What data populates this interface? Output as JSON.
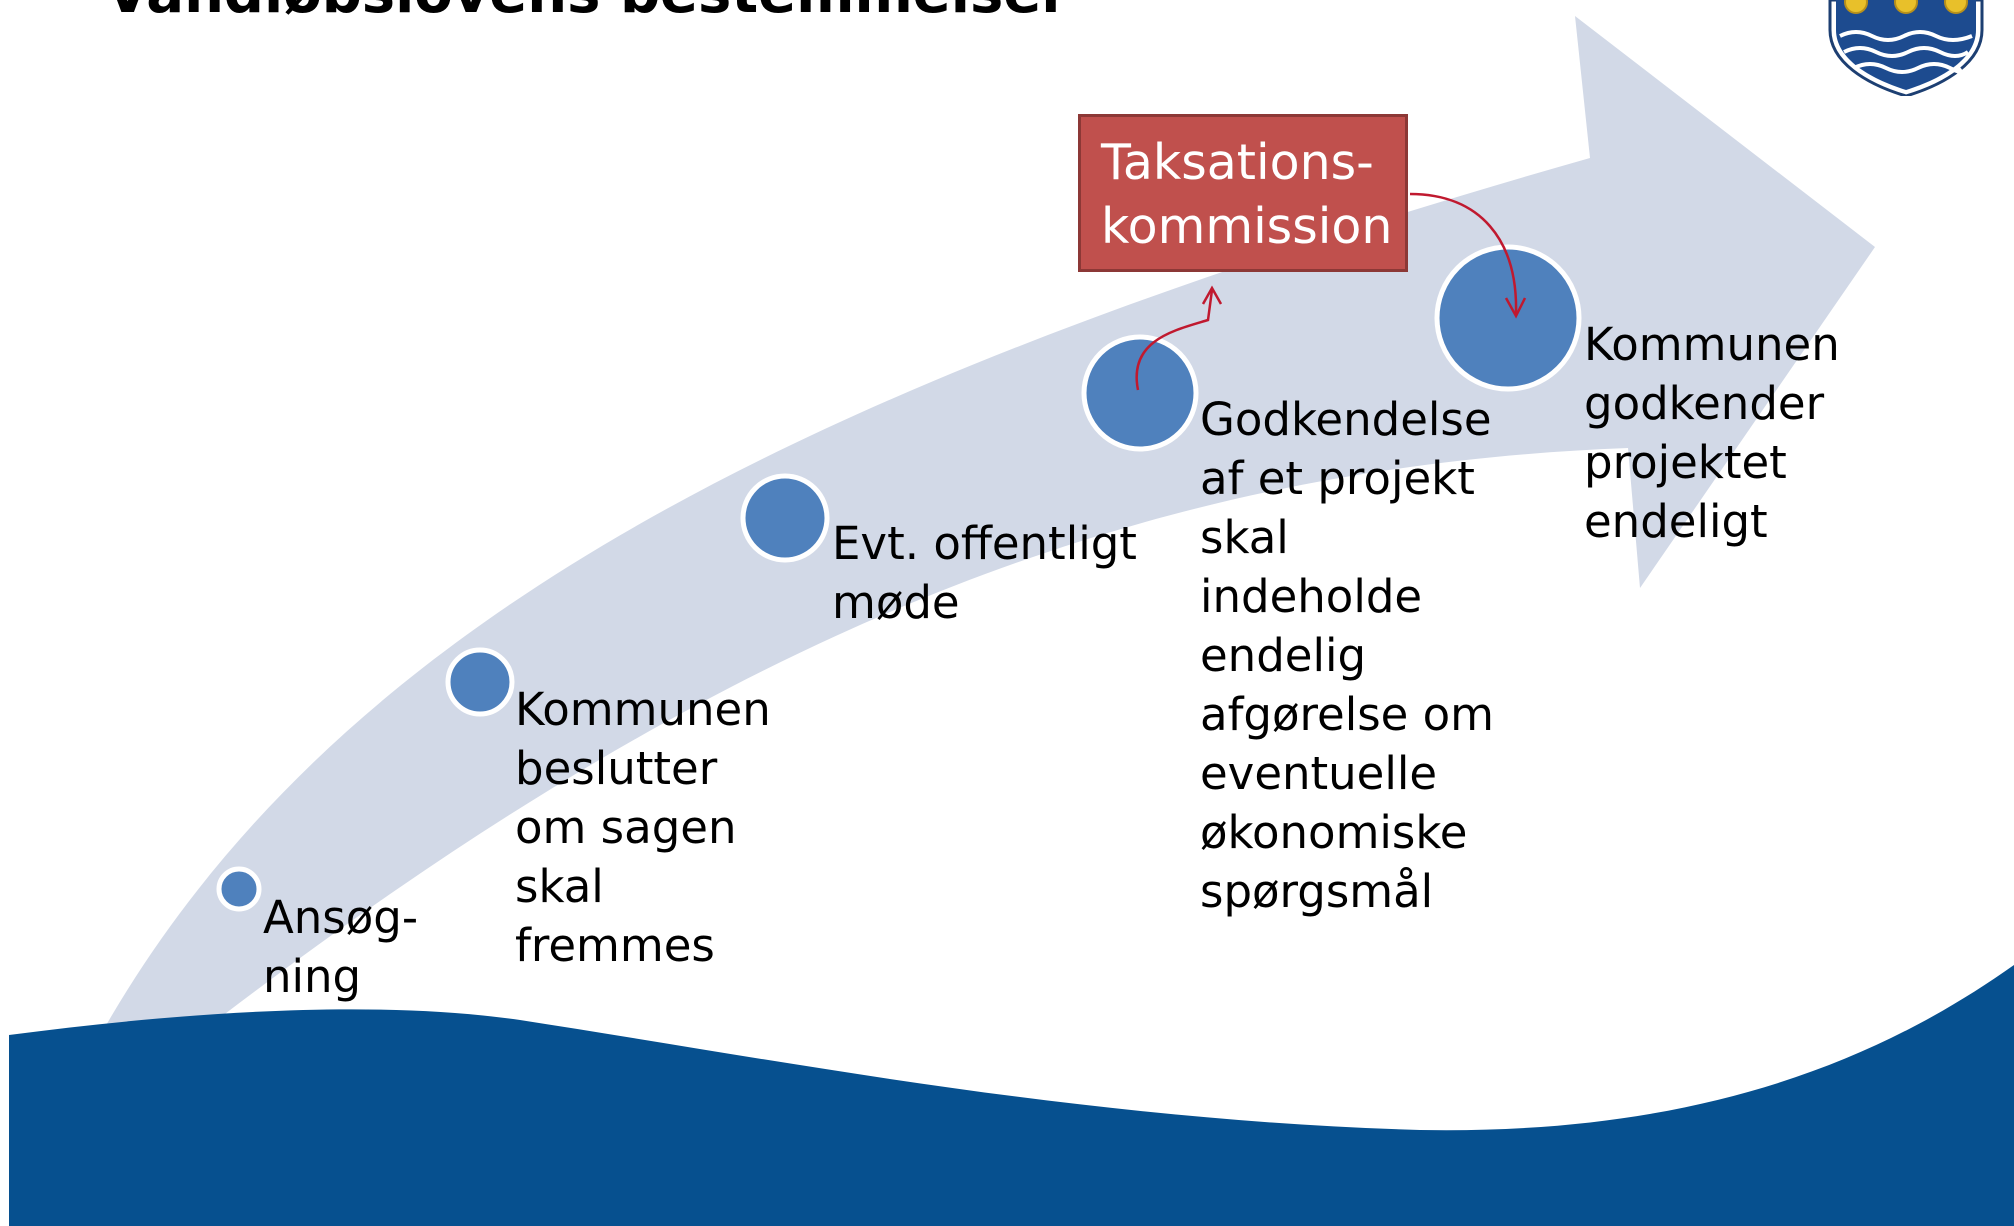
{
  "slide": {
    "title": "Vandløbslovens bestemmelser"
  },
  "steps": [
    {
      "lines": [
        "Ansøg-",
        "ning"
      ]
    },
    {
      "lines": [
        "Kommunen",
        "beslutter",
        "om sagen",
        "skal",
        "fremmes"
      ]
    },
    {
      "lines": [
        "Evt. offentligt",
        "møde"
      ]
    },
    {
      "lines": [
        "Godkendelse",
        "af et projekt",
        "skal",
        "indeholde",
        "endelig",
        "afgørelse om",
        "eventuelle",
        "økonomiske",
        "spørgsmål"
      ]
    },
    {
      "lines": [
        "Kommunen",
        "godkender",
        "projektet",
        "endeligt"
      ]
    }
  ],
  "commission_box": {
    "lines": [
      "Taksations-",
      "kommission"
    ]
  },
  "colors": {
    "arrow": "#d2d9e7",
    "circle": "#4f81bd",
    "box": "#c0504d",
    "connector": "#c0192f",
    "wave": "#06508f"
  },
  "icons": [
    "crest-logo-icon"
  ]
}
